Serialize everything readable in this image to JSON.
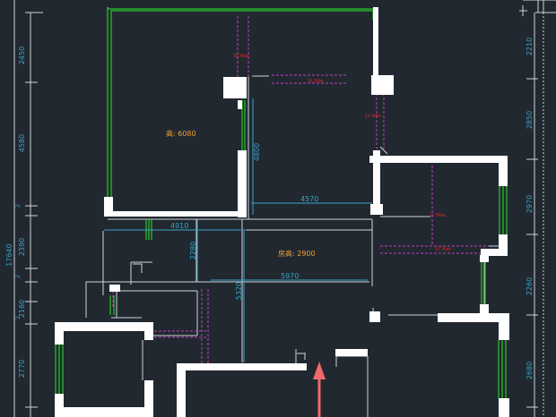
{
  "colors": {
    "background": "#212830",
    "wall": "#ffffff",
    "thin_line": "#cfd5da",
    "green": "#28c828",
    "magenta": "#c040c0",
    "cyan": "#3aa3c8",
    "orange": "#f0a030",
    "red": "#ff2828",
    "arrow": "#f06a6a"
  },
  "room_labels": {
    "height_big_room": "高: 6080",
    "room_height": "房高: 2900"
  },
  "dimensions": {
    "d_4910": "4910",
    "d_4570": "4570",
    "d_5970": "5970",
    "d_4800": "4800",
    "d_2280": "2280",
    "d_5320": "5320"
  },
  "left_axis": {
    "a": "2450",
    "b": "4580",
    "c": "17640",
    "d": "2390",
    "e": "2160",
    "f": "2770"
  },
  "right_axis": {
    "a": "2210",
    "b": "2850",
    "c": "2970",
    "d": "2260",
    "e": "2680"
  },
  "red_notes": {
    "n1": "30.790m",
    "n2": "30.790m",
    "n3": "23.790m",
    "n4": "23.790m",
    "n5": "12.790m"
  }
}
